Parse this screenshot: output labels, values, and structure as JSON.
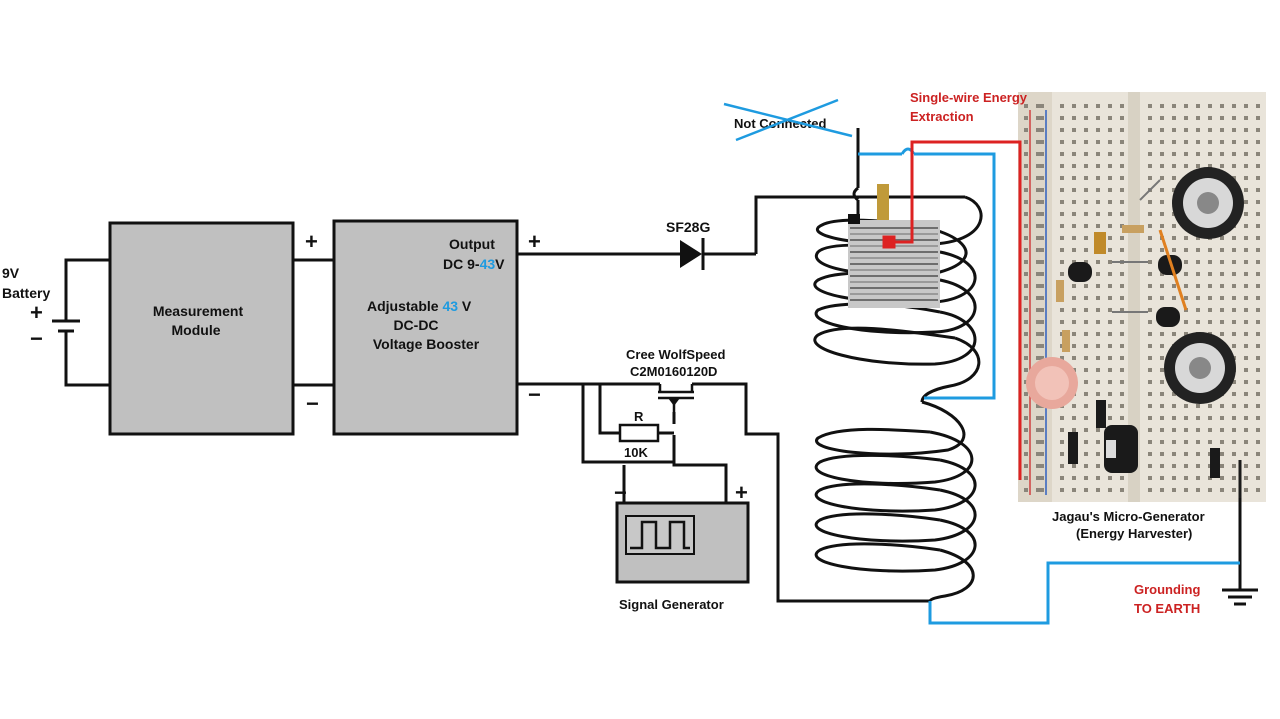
{
  "battery": {
    "line1": "9V",
    "line2": "Battery",
    "plus": "+",
    "minus": "−"
  },
  "measurement_module": {
    "line1": "Measurement",
    "line2": "Module"
  },
  "booster": {
    "plus": "+",
    "minus": "−",
    "output_line1": "Output",
    "output_prefix": "DC 9-",
    "output_value": "43",
    "output_suffix": "V",
    "title_prefix": "Adjustable ",
    "title_value": "43",
    "title_suffix": " V",
    "line2": "DC-DC",
    "line3": "Voltage Booster",
    "out_plus": "+",
    "out_minus": "−"
  },
  "diode": {
    "label": "SF28G"
  },
  "mosfet": {
    "line1": "Cree WolfSpeed",
    "line2": "C2M0160120D"
  },
  "resistor": {
    "label": "R",
    "value": "10K"
  },
  "signal_generator": {
    "label": "Signal Generator",
    "minus": "−",
    "plus": "+"
  },
  "not_connected": {
    "label": "Not Connected"
  },
  "extraction": {
    "line1": "Single-wire Energy",
    "line2": "Extraction"
  },
  "micro_generator": {
    "line1": "Jagau's Micro-Generator",
    "line2": "(Energy Harvester)"
  },
  "grounding": {
    "line1": "Grounding",
    "line2": "TO EARTH"
  },
  "colors": {
    "block_fill": "#c0c0c0",
    "wire_blue": "#1e9be0",
    "wire_red": "#dd2222",
    "label_red": "#cc2222",
    "accent_blue": "#1e9be0"
  }
}
